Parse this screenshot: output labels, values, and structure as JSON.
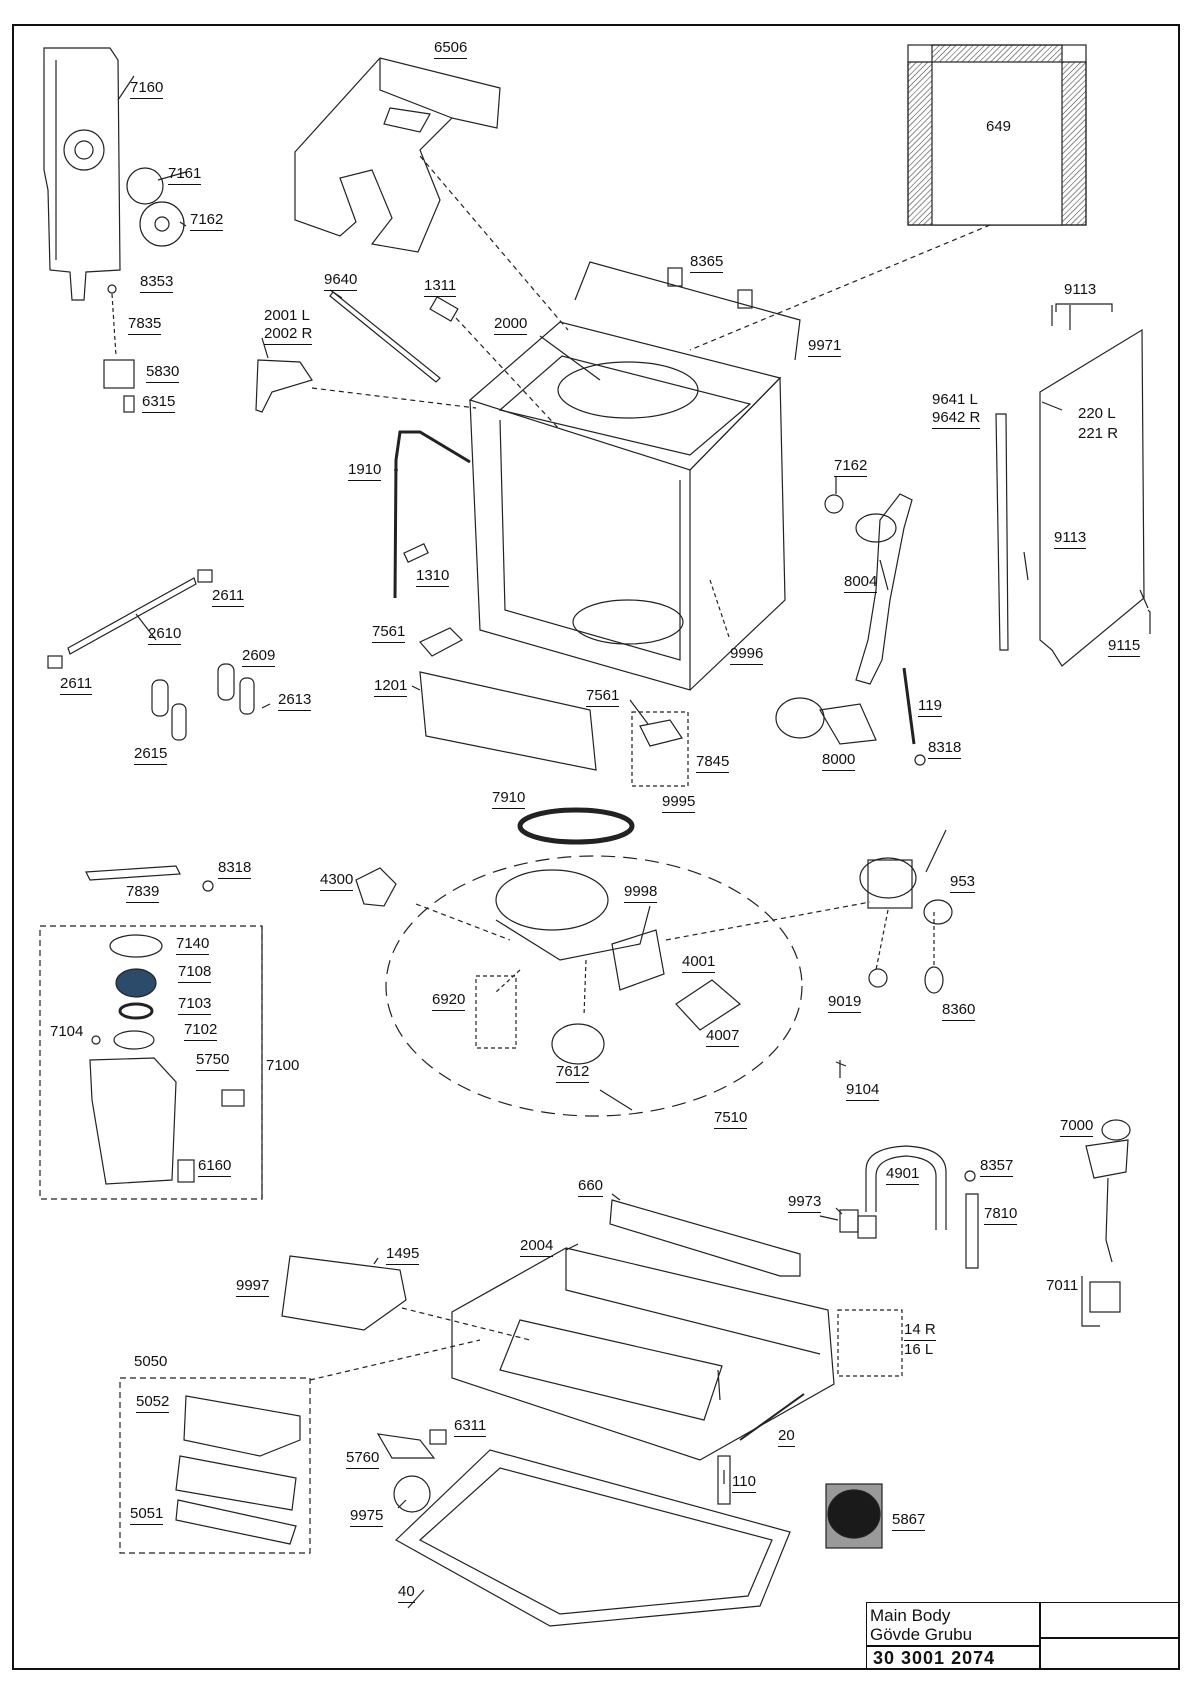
{
  "diagram": {
    "labels": [
      {
        "id": "6506",
        "text": "6506"
      },
      {
        "id": "649",
        "text": "649"
      },
      {
        "id": "7160",
        "text": "7160"
      },
      {
        "id": "7161",
        "text": "7161"
      },
      {
        "id": "7162a",
        "text": "7162"
      },
      {
        "id": "8353",
        "text": "8353"
      },
      {
        "id": "7835",
        "text": "7835"
      },
      {
        "id": "5830",
        "text": "5830"
      },
      {
        "id": "6315",
        "text": "6315"
      },
      {
        "id": "9640",
        "text": "9640"
      },
      {
        "id": "1311",
        "text": "1311"
      },
      {
        "id": "8365",
        "text": "8365"
      },
      {
        "id": "2001L",
        "text": "2001 L"
      },
      {
        "id": "2002R",
        "text": "2002 R"
      },
      {
        "id": "2000",
        "text": "2000"
      },
      {
        "id": "9971",
        "text": "9971"
      },
      {
        "id": "9113a",
        "text": "9113"
      },
      {
        "id": "9641L",
        "text": "9641 L"
      },
      {
        "id": "9642R",
        "text": "9642 R"
      },
      {
        "id": "220L",
        "text": "220 L"
      },
      {
        "id": "221R",
        "text": "221 R"
      },
      {
        "id": "1910",
        "text": "1910"
      },
      {
        "id": "7162b",
        "text": "7162"
      },
      {
        "id": "9113b",
        "text": "9113"
      },
      {
        "id": "1310",
        "text": "1310"
      },
      {
        "id": "8004",
        "text": "8004"
      },
      {
        "id": "2611a",
        "text": "2611"
      },
      {
        "id": "2610",
        "text": "2610"
      },
      {
        "id": "7561a",
        "text": "7561"
      },
      {
        "id": "9996",
        "text": "9996"
      },
      {
        "id": "9115",
        "text": "9115"
      },
      {
        "id": "2611b",
        "text": "2611"
      },
      {
        "id": "2609",
        "text": "2609"
      },
      {
        "id": "1201",
        "text": "1201"
      },
      {
        "id": "2613",
        "text": "2613"
      },
      {
        "id": "7561b",
        "text": "7561"
      },
      {
        "id": "119",
        "text": "119"
      },
      {
        "id": "2615",
        "text": "2615"
      },
      {
        "id": "8318a",
        "text": "8318"
      },
      {
        "id": "8000",
        "text": "8000"
      },
      {
        "id": "7845",
        "text": "7845"
      },
      {
        "id": "9995",
        "text": "9995"
      },
      {
        "id": "7910",
        "text": "7910"
      },
      {
        "id": "8318b",
        "text": "8318"
      },
      {
        "id": "7839",
        "text": "7839"
      },
      {
        "id": "4300",
        "text": "4300"
      },
      {
        "id": "9998",
        "text": "9998"
      },
      {
        "id": "953",
        "text": "953"
      },
      {
        "id": "7140",
        "text": "7140"
      },
      {
        "id": "7108",
        "text": "7108"
      },
      {
        "id": "4001",
        "text": "4001"
      },
      {
        "id": "7103",
        "text": "7103"
      },
      {
        "id": "6920",
        "text": "6920"
      },
      {
        "id": "9019",
        "text": "9019"
      },
      {
        "id": "8360",
        "text": "8360"
      },
      {
        "id": "7104",
        "text": "7104"
      },
      {
        "id": "7102",
        "text": "7102"
      },
      {
        "id": "4007",
        "text": "4007"
      },
      {
        "id": "5750",
        "text": "5750"
      },
      {
        "id": "7100",
        "text": "7100"
      },
      {
        "id": "7612",
        "text": "7612"
      },
      {
        "id": "9104",
        "text": "9104"
      },
      {
        "id": "7510",
        "text": "7510"
      },
      {
        "id": "7000",
        "text": "7000"
      },
      {
        "id": "6160",
        "text": "6160"
      },
      {
        "id": "4901",
        "text": "4901"
      },
      {
        "id": "8357",
        "text": "8357"
      },
      {
        "id": "660",
        "text": "660"
      },
      {
        "id": "9973",
        "text": "9973"
      },
      {
        "id": "7810",
        "text": "7810"
      },
      {
        "id": "1495",
        "text": "1495"
      },
      {
        "id": "2004",
        "text": "2004"
      },
      {
        "id": "7011",
        "text": "7011"
      },
      {
        "id": "9997",
        "text": "9997"
      },
      {
        "id": "14R",
        "text": "14 R"
      },
      {
        "id": "16L",
        "text": "16 L"
      },
      {
        "id": "5050",
        "text": "5050"
      },
      {
        "id": "5052",
        "text": "5052"
      },
      {
        "id": "6311",
        "text": "6311"
      },
      {
        "id": "20",
        "text": "20"
      },
      {
        "id": "5760",
        "text": "5760"
      },
      {
        "id": "110",
        "text": "110"
      },
      {
        "id": "5051",
        "text": "5051"
      },
      {
        "id": "9975",
        "text": "9975"
      },
      {
        "id": "5867",
        "text": "5867"
      },
      {
        "id": "40",
        "text": "40"
      }
    ]
  },
  "title_block": {
    "name_line1": "Main Body",
    "name_line2": "Gövde Grubu",
    "code": "30 3001 2074"
  }
}
